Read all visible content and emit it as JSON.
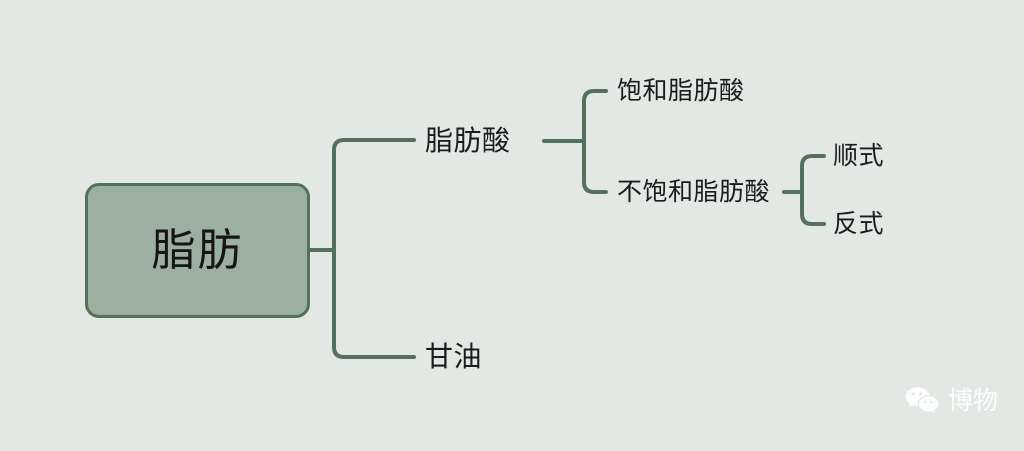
{
  "diagram": {
    "type": "mindmap",
    "orientation": "left-to-right",
    "background_color": "#e3e8e4",
    "line_color": "#55705c",
    "root": {
      "label": "脂肪",
      "fill_color": "#9bb09e",
      "border_color": "#55705c",
      "text_color": "#151515"
    },
    "branches": [
      {
        "label": "脂肪酸",
        "children": [
          {
            "label": "饱和脂肪酸",
            "children": []
          },
          {
            "label": "不饱和脂肪酸",
            "children": [
              {
                "label": "顺式"
              },
              {
                "label": "反式"
              }
            ]
          }
        ]
      },
      {
        "label": "甘油",
        "children": []
      }
    ]
  },
  "watermark": {
    "icon_name": "wechat-icon",
    "text": "博物",
    "text_color": "#ffffff"
  }
}
